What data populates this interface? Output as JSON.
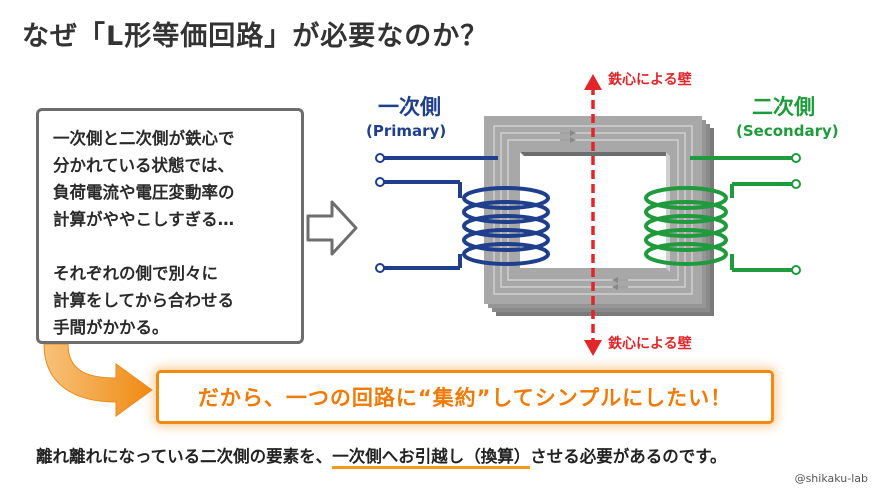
{
  "title": "なぜ「L形等価回路」が必要なのか？",
  "note": {
    "para1": "一次側と二次側が鉄心で\n分かれている状態では、\n負荷電流や電圧変動率の\n計算がややこしすぎる…",
    "para2": "それぞれの側で別々に\n計算をしてから合わせる\n手間がかかる。"
  },
  "diagram": {
    "primary_label": "一次側",
    "primary_sub": "(Primary)",
    "secondary_label": "二次側",
    "secondary_sub": "(Secondary)",
    "wall_top": "鉄心による壁",
    "wall_bottom": "鉄心による壁"
  },
  "banner": "だから、一つの回路に“集約”してシンプルにしたい！",
  "bottom": {
    "before": "離れ離れになっている二次側の要素を、",
    "highlight": "一次側へお引越し（換算）",
    "after": "させる必要があるのです。"
  },
  "credit": "@shikaku-lab",
  "colors": {
    "primary": "#1f3f8c",
    "secondary": "#1f9a3c",
    "wall": "#e0262b",
    "accent": "#f08a12",
    "core": "#a8a8a8"
  }
}
